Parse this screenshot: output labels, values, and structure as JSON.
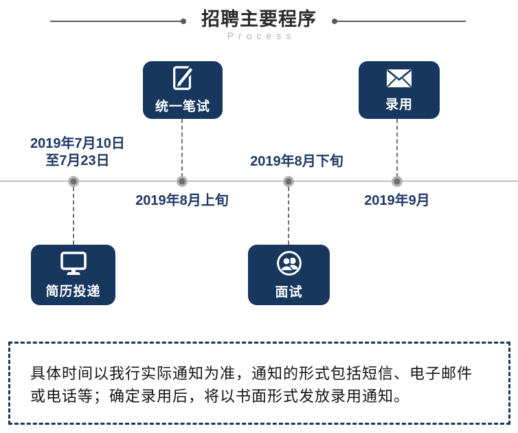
{
  "header": {
    "title": "招聘主要程序",
    "subtitle": "Process"
  },
  "timeline": {
    "milestones": [
      {
        "label": "简历投递",
        "icon": "monitor-icon",
        "date_lines": [
          "2019年7月10日",
          "至7月23日"
        ],
        "box_position": "below-line",
        "date_position": "above-line"
      },
      {
        "label": "统一笔试",
        "icon": "pen-document-icon",
        "date_lines": [
          "2019年8月上旬"
        ],
        "box_position": "above-line",
        "date_position": "below-line"
      },
      {
        "label": "面试",
        "icon": "people-icon",
        "date_lines": [
          "2019年8月下旬"
        ],
        "box_position": "below-line",
        "date_position": "above-line"
      },
      {
        "label": "录用",
        "icon": "envelope-icon",
        "date_lines": [
          "2019年9月"
        ],
        "box_position": "above-line",
        "date_position": "below-line"
      }
    ]
  },
  "notice": {
    "lines": [
      "具体时间以我行实际通知为准，通知的形式包括短信、电子邮件",
      "或电话等；确定录用后，将以书面形式发放录用通知。"
    ]
  },
  "colors": {
    "box_navy": "#17375E",
    "date_text": "#1F3864",
    "timeline_line": "#8C8C8C",
    "dot_gray": "#6E6E6E",
    "header_line": "#595959",
    "subtitle_gray": "#B3B3B3",
    "notice_border": "#17375E",
    "notice_text": "#141414"
  }
}
